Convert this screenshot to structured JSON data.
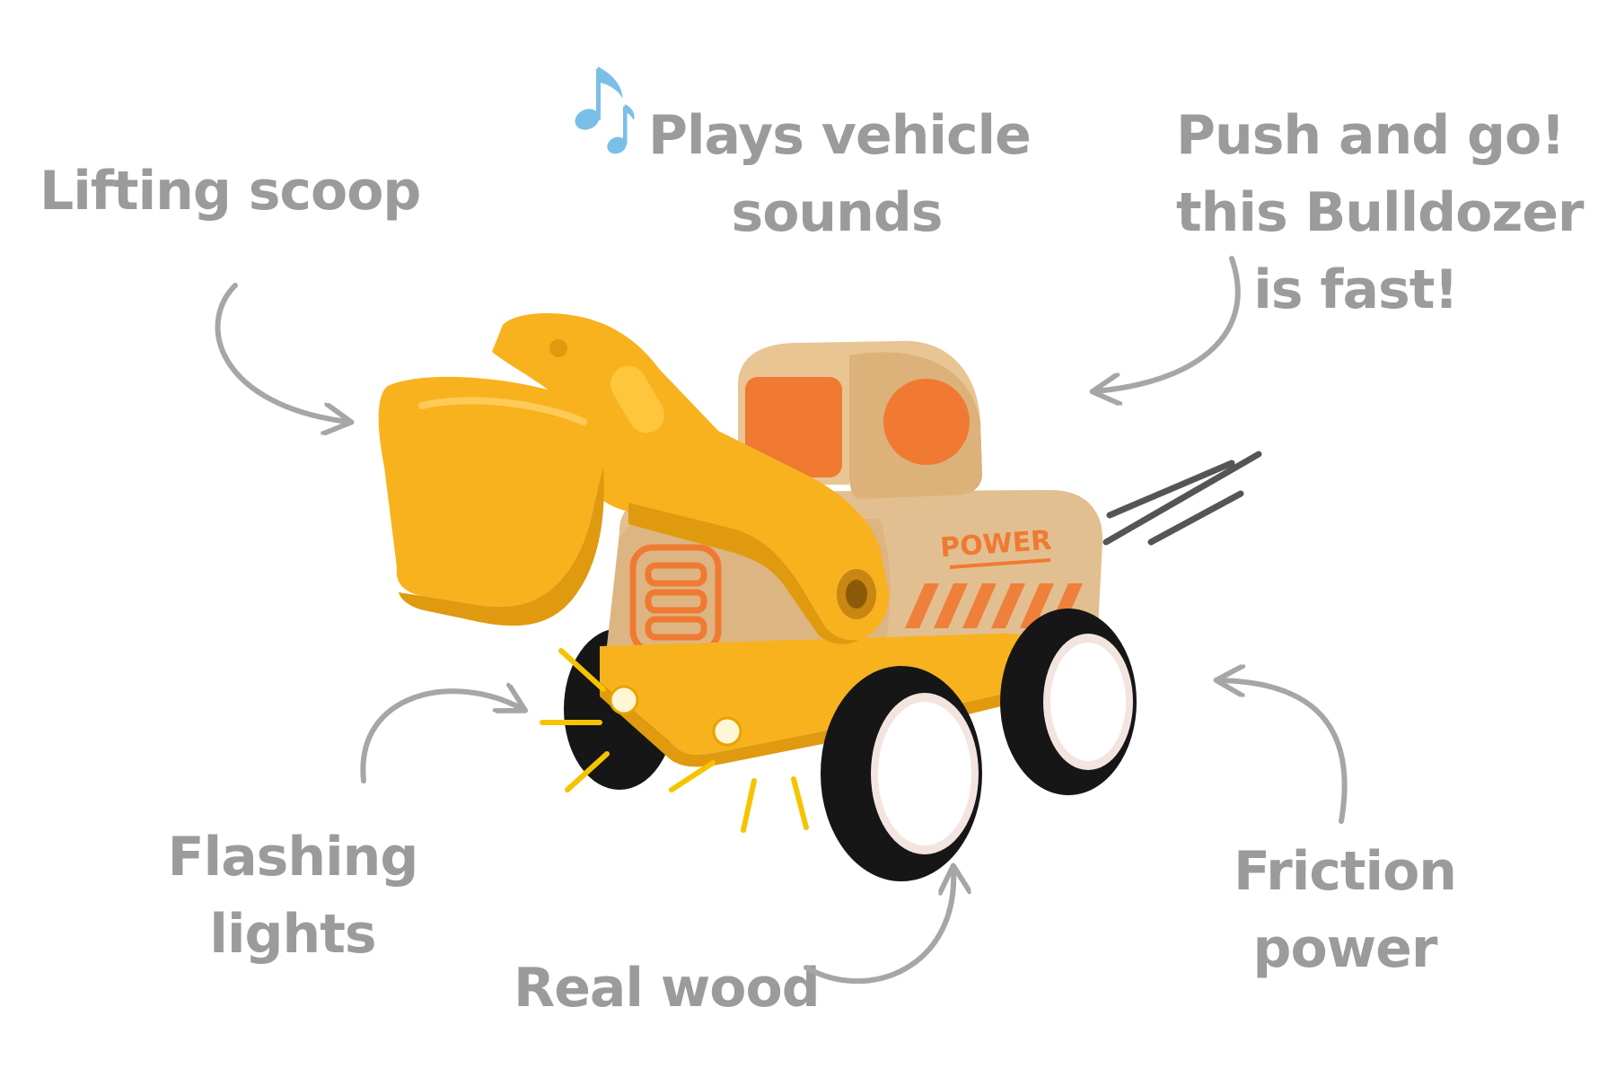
{
  "callouts": {
    "lifting_scoop": "Lifting scoop",
    "sounds_line1": "Plays vehicle",
    "sounds_line2": "sounds",
    "push_line1": "Push and go!",
    "push_line2": "this Bulldozer",
    "push_line3": "is fast!",
    "flashing_line1": "Flashing",
    "flashing_line2": "lights",
    "real_wood": "Real wood",
    "friction_line1": "Friction",
    "friction_line2": "power"
  },
  "vehicle": {
    "badge_text": "POWER"
  },
  "colors": {
    "callout_text": "#9b9b9b",
    "arrow": "#a6a6a6",
    "music_note": "#7cbfe6",
    "plastic_yellow": "#f7b21e",
    "wood": "#e2bf90",
    "orange_paint": "#f07a32",
    "tire": "#161616",
    "light_rays": "#f5c400",
    "speed_lines": "#555555"
  },
  "icons": [
    "music-note-icon",
    "curved-arrow-icon"
  ]
}
